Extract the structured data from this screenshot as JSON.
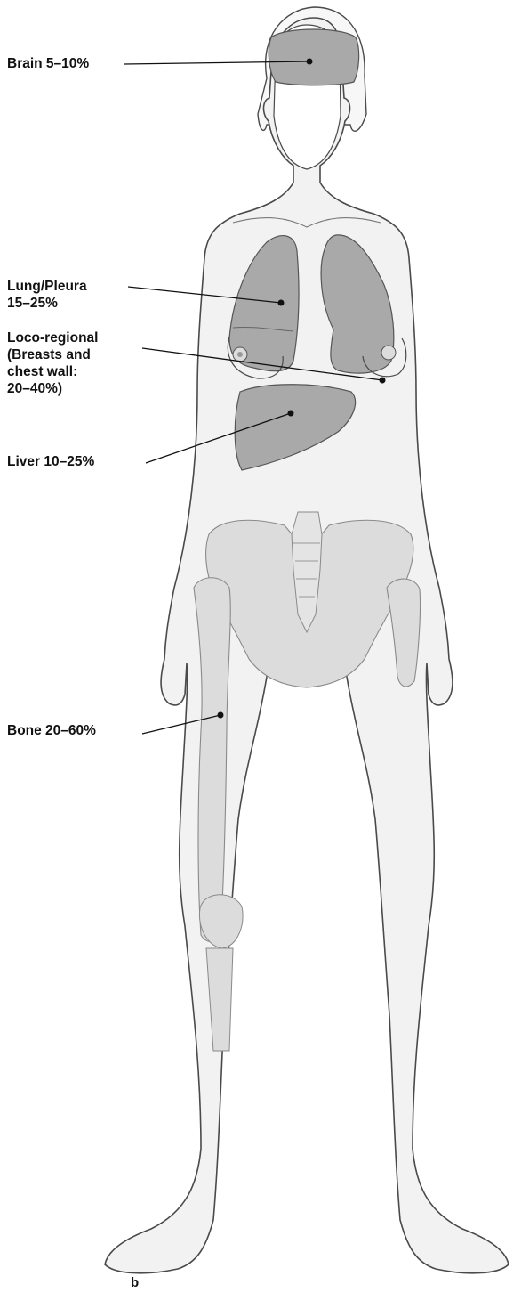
{
  "labels": {
    "brain": {
      "lines": [
        "Brain 5–10%"
      ]
    },
    "lung": {
      "lines": [
        "Lung/Pleura",
        "15–25%"
      ]
    },
    "loco": {
      "lines": [
        "Loco-regional",
        "(Breasts and",
        "chest wall:",
        "20–40%)"
      ]
    },
    "liver": {
      "lines": [
        "Liver 10–25%"
      ]
    },
    "bone": {
      "lines": [
        "Bone 20–60%"
      ]
    }
  },
  "panel_letter": "b",
  "colors": {
    "body_fill": "#f2f2f2",
    "body_outline": "#4a4a4a",
    "organ_fill": "#a9a9a9",
    "bone_fill": "#dcdcdc",
    "leader_line": "#111111"
  }
}
